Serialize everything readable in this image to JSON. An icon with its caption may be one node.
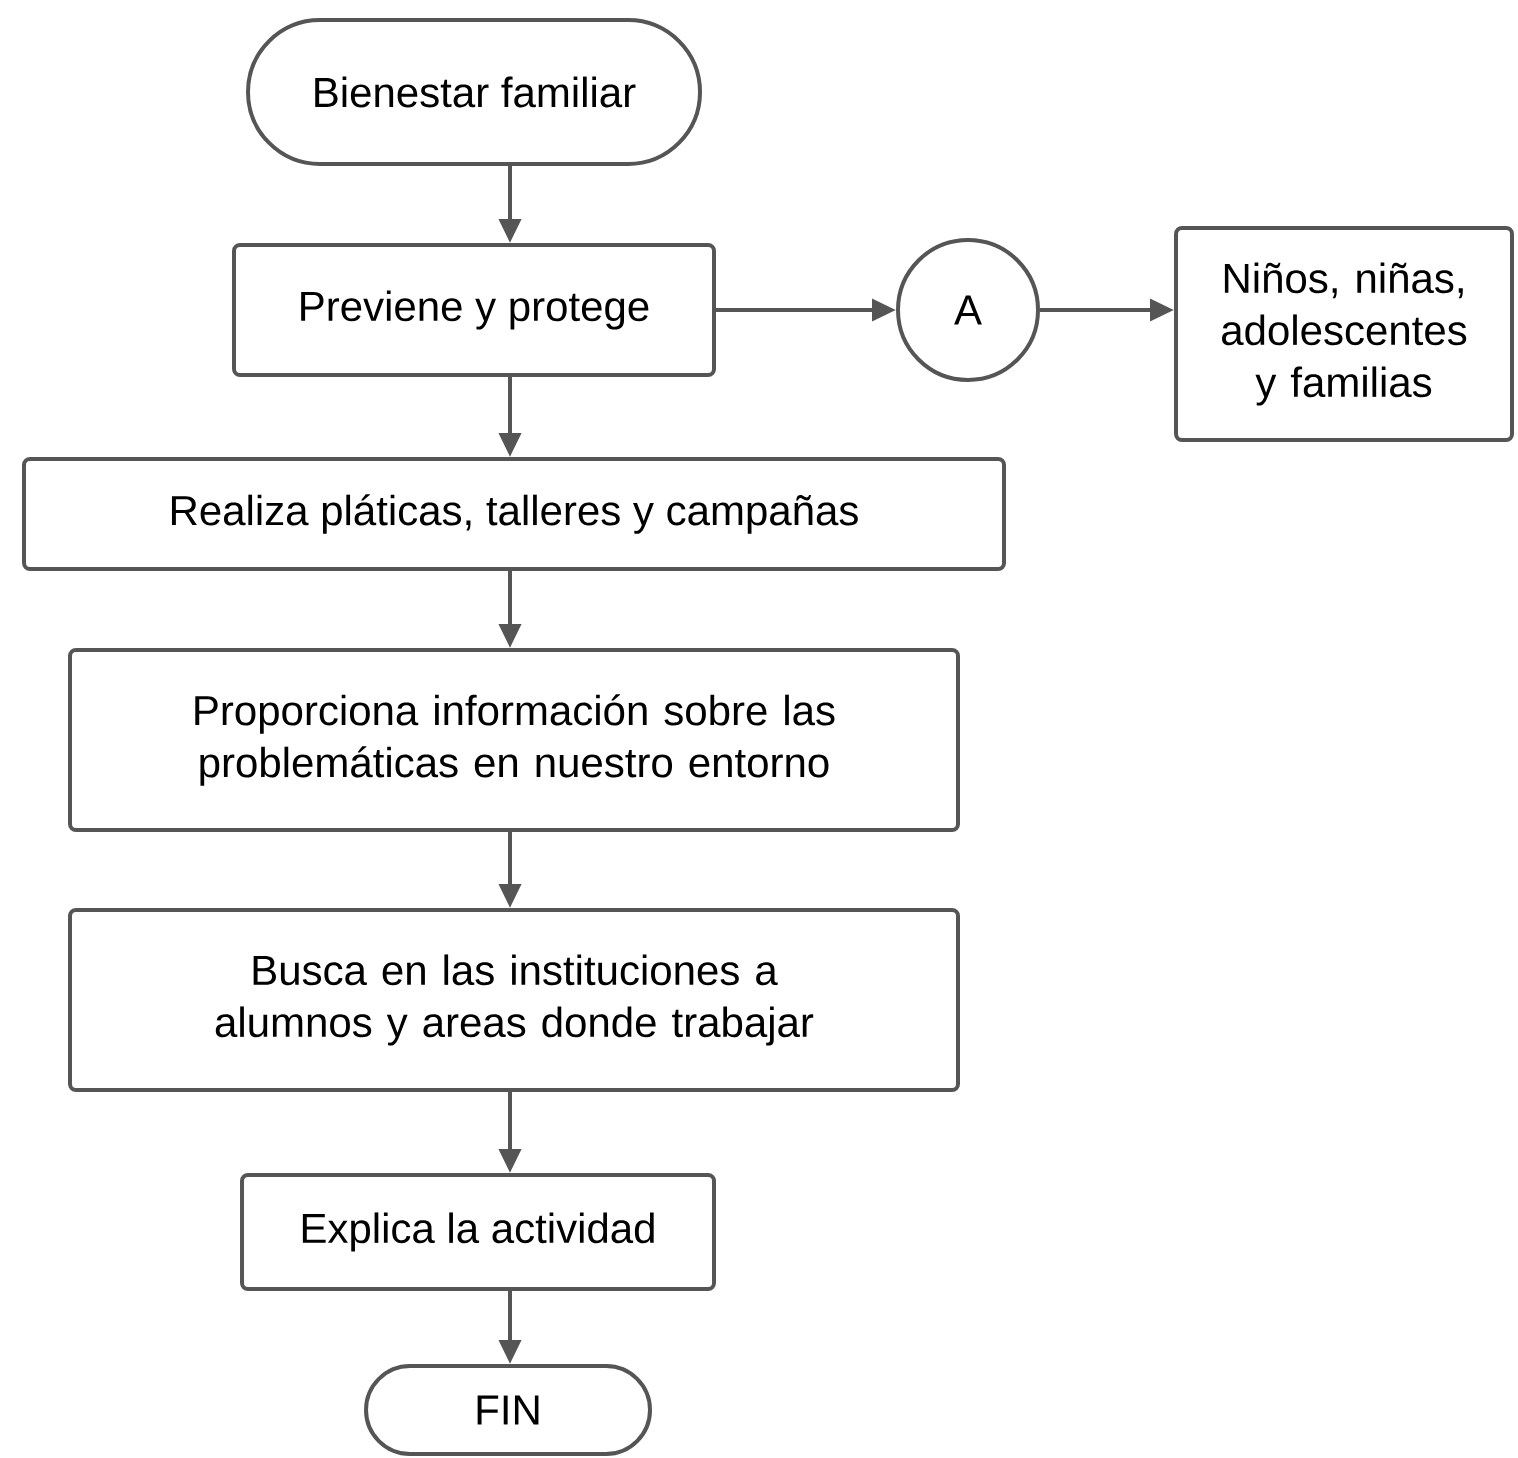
{
  "diagram": {
    "nodes": [
      {
        "text": [
          "Bienestar familiar"
        ]
      },
      {
        "text": [
          "Previene y protege"
        ]
      },
      {
        "text": [
          "A"
        ]
      },
      {
        "text": [
          "Niños, niñas, adolescentes y familias"
        ]
      },
      {
        "text": [
          "Realiza pláticas, talleres y campañas"
        ]
      },
      {
        "text": [
          "Proporciona información sobre las problemáticas en nuestro entorno"
        ]
      },
      {
        "text": [
          "Busca en las instituciones a alumnos y areas donde trabajar"
        ]
      },
      {
        "text": [
          "Explica la actividad"
        ]
      },
      {
        "text": [
          "FIN"
        ]
      }
    ],
    "edges": [
      {
        "from": 0,
        "to": 1,
        "arrow": "to"
      },
      {
        "from": 1,
        "to": 2,
        "arrow": "to"
      },
      {
        "from": 2,
        "to": 3,
        "arrow": "to"
      },
      {
        "from": 1,
        "to": 4,
        "arrow": "to"
      },
      {
        "from": 4,
        "to": 5,
        "arrow": "to"
      },
      {
        "from": 5,
        "to": 6,
        "arrow": "to"
      },
      {
        "from": 6,
        "to": 7,
        "arrow": "to"
      },
      {
        "from": 7,
        "to": 8,
        "arrow": "to"
      }
    ]
  }
}
